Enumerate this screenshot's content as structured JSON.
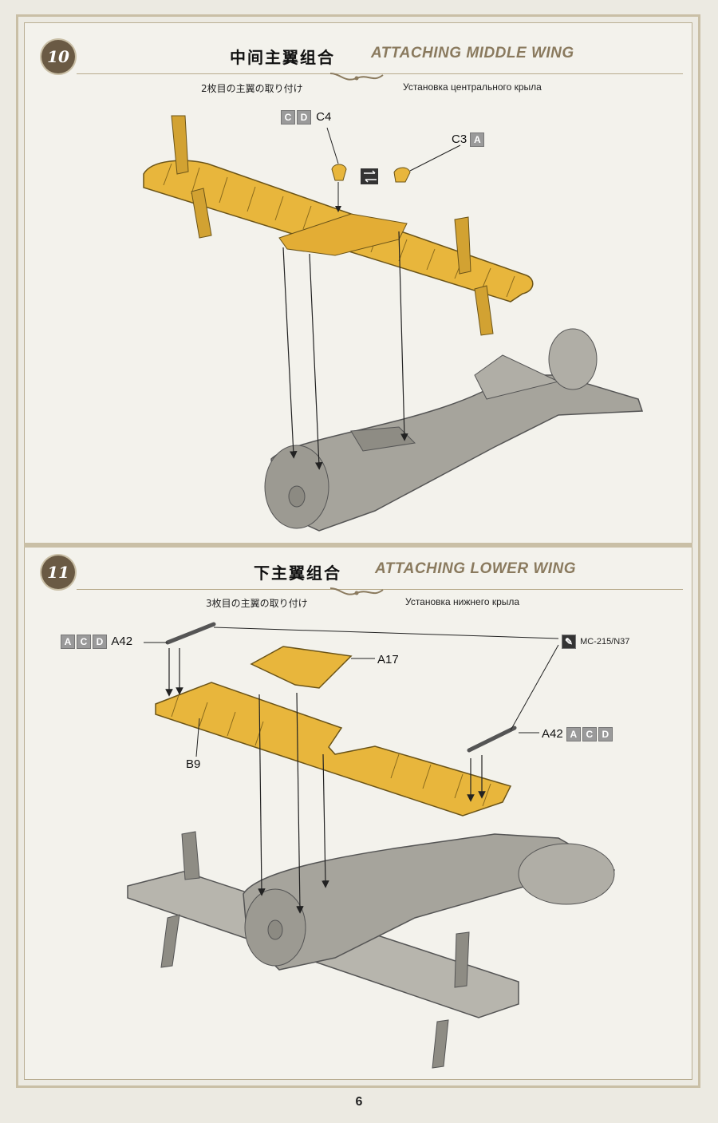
{
  "steps": [
    {
      "number": "10",
      "title_cn": "中间主翼组合",
      "title_en": "ATTACHING MIDDLE WING",
      "subtitle_jp": "2枚目の主翼の取り付け",
      "subtitle_ru": "Установка центрального крыла",
      "labels": {
        "c4": {
          "tags": [
            "C",
            "D"
          ],
          "text": "C4"
        },
        "c3": {
          "tags": [
            "A"
          ],
          "text": "C3"
        }
      }
    },
    {
      "number": "11",
      "title_cn": "下主翼组合",
      "title_en": "ATTACHING LOWER WING",
      "subtitle_jp": "3枚目の主翼の取り付け",
      "subtitle_ru": "Установка нижнего крыла",
      "labels": {
        "a42_left": {
          "tags": [
            "A",
            "C",
            "D"
          ],
          "text": "A42"
        },
        "a17": {
          "text": "A17"
        },
        "b9": {
          "text": "B9"
        },
        "a42_right": {
          "tags": [
            "A",
            "C",
            "D"
          ],
          "text": "A42"
        },
        "paint": {
          "text": "MC-215/N37"
        }
      }
    }
  ],
  "page_number": "6",
  "colors": {
    "wing_yellow": "#e8b63c",
    "fuselage_grey": "#a6a49c",
    "frame": "#c9bfa6",
    "badge": "#6a5a44"
  }
}
